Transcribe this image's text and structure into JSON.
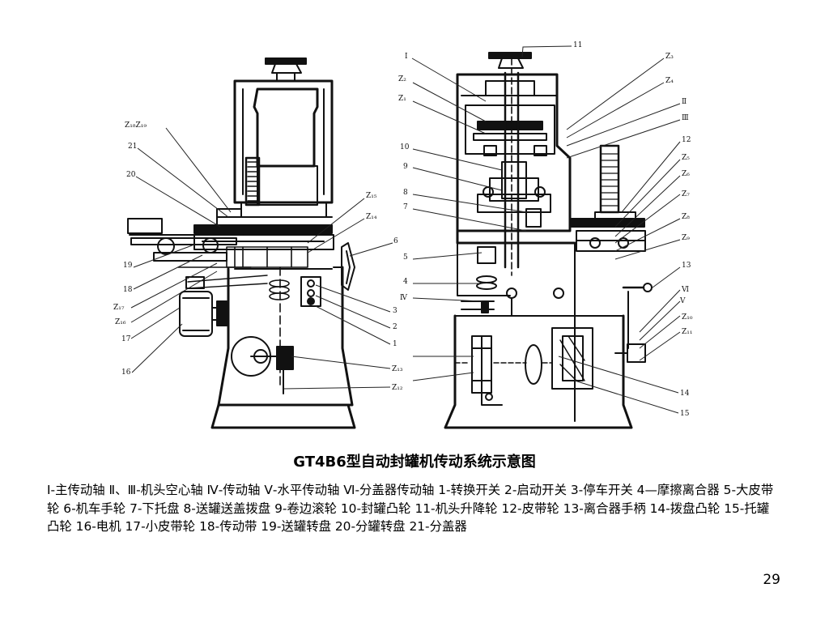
{
  "figure": {
    "title": "GT4B6型自动封罐机传动系统示意图",
    "caption": "Ⅰ-主传动轴 Ⅱ、Ⅲ-机头空心轴 Ⅳ-传动轴 Ⅴ-水平传动轴 Ⅵ-分盖器传动轴 1-转换开关 2-启动开关 3-停车开关 4—摩擦离合器 5-大皮带轮 6-机车手轮 7-下托盘 8-送罐送盖拨盘 9-卷边滚轮 10-封罐凸轮 11-机头升降轮 12-皮带轮 13-离合器手柄 14-拨盘凸轮 15-托罐凸轮 16-电机 17-小皮带轮 18-传动带 19-送罐转盘 20-分罐转盘 21-分盖器",
    "page_number": "29"
  },
  "left_labels": [
    "Z₁₈Z₁₉",
    "21",
    "20",
    "19",
    "18",
    "Z₁₇",
    "Z₁₆",
    "17",
    "16",
    "Z₁₅",
    "Z₁₄",
    "6",
    "3",
    "2",
    "1",
    "Z₁₃",
    "Z₁₂"
  ],
  "right_labels": [
    "11",
    "Ⅰ",
    "Z₂",
    "Z₁",
    "10",
    "9",
    "8",
    "7",
    "5",
    "4",
    "Ⅳ",
    "Z₃",
    "Z₄",
    "Ⅱ",
    "Ⅲ",
    "12",
    "Z₅",
    "Z₆",
    "Z₇",
    "Z₈",
    "Z₉",
    "13",
    "Ⅵ",
    "Ⅴ",
    "Z₁₀",
    "Z₁₁",
    "14",
    "15"
  ]
}
